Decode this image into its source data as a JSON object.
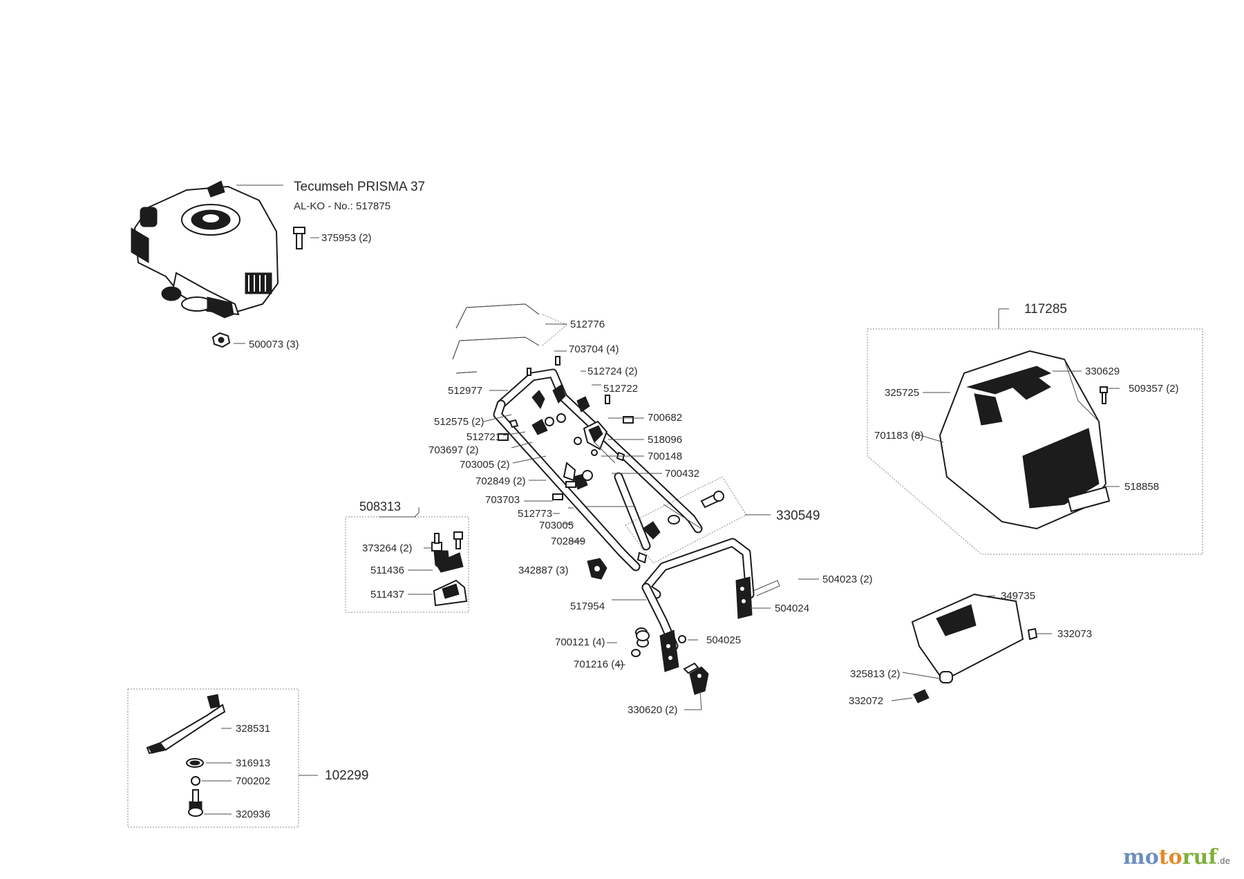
{
  "engine": {
    "title": "Tecumseh PRISMA 37",
    "subtitle": "AL-KO - No.: 517875"
  },
  "labels": {
    "p375953": "375953 (2)",
    "p500073": "500073 (3)",
    "p512776": "512776",
    "p703704": "703704 (4)",
    "p512724": "512724 (2)",
    "p512977": "512977",
    "p512722": "512722",
    "p700682": "700682",
    "p512575": "512575 (2)",
    "p512721": "512721",
    "p518096": "518096",
    "p703697": "703697 (2)",
    "p700148": "700148",
    "p703005a": "703005 (2)",
    "p700432": "700432",
    "p702849a": "702849 (2)",
    "p703703": "703703",
    "p512773": "512773",
    "p330549": "330549",
    "p703005b": "703005",
    "p702849b": "702849",
    "p508313": "508313",
    "p373264": "373264 (2)",
    "p511436": "511436",
    "p511437": "511437",
    "p342887": "342887 (3)",
    "p504023": "504023 (2)",
    "p504024": "504024",
    "p517954": "517954",
    "p700121": "700121 (4)",
    "p504025": "504025",
    "p701216": "701216 (4)",
    "p330620": "330620 (2)",
    "p117285": "117285",
    "p330629": "330629",
    "p325725": "325725",
    "p509357": "509357 (2)",
    "p701183": "701183 (8)",
    "p518858": "518858",
    "p349735": "349735",
    "p332073": "332073",
    "p325813": "325813 (2)",
    "p332072": "332072",
    "p328531": "328531",
    "p316913": "316913",
    "p700202": "700202",
    "p102299": "102299",
    "p320936": "320936"
  },
  "logo": {
    "part1": "mo",
    "part2": "to",
    "part3": "ruf",
    "suffix": ".de"
  }
}
